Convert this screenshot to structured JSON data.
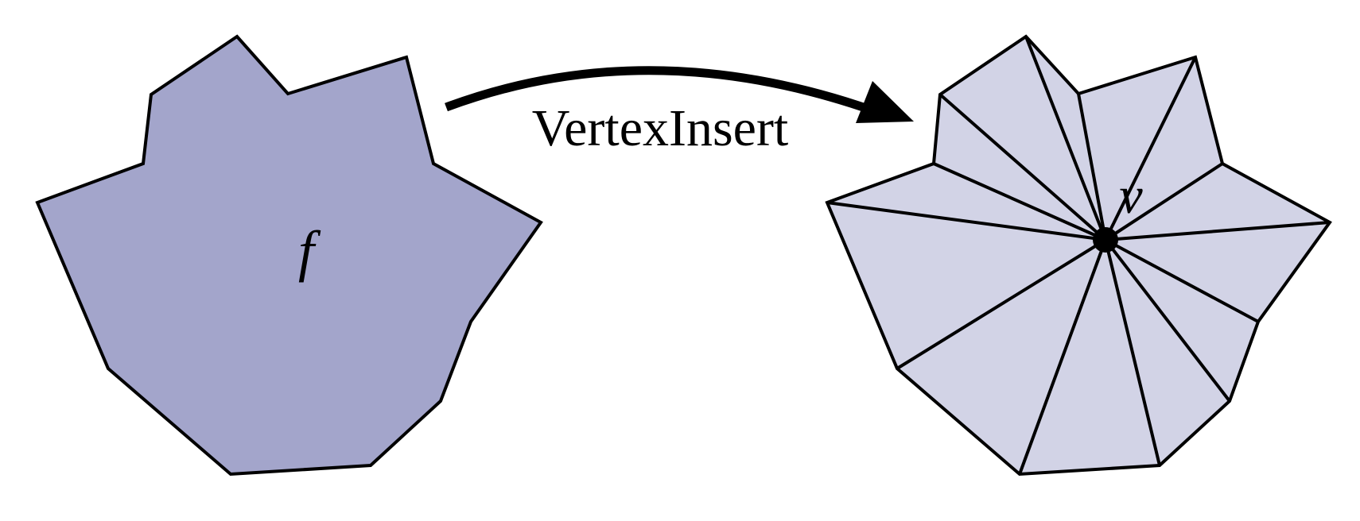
{
  "diagram": {
    "arrow_label": "VertexInsert",
    "face_label": "f",
    "vertex_label": "v"
  },
  "colors": {
    "face_fill": "#a3a5cb",
    "triangulated_fill": "#d2d3e6",
    "stroke": "#000000",
    "arrow": "#000000"
  }
}
